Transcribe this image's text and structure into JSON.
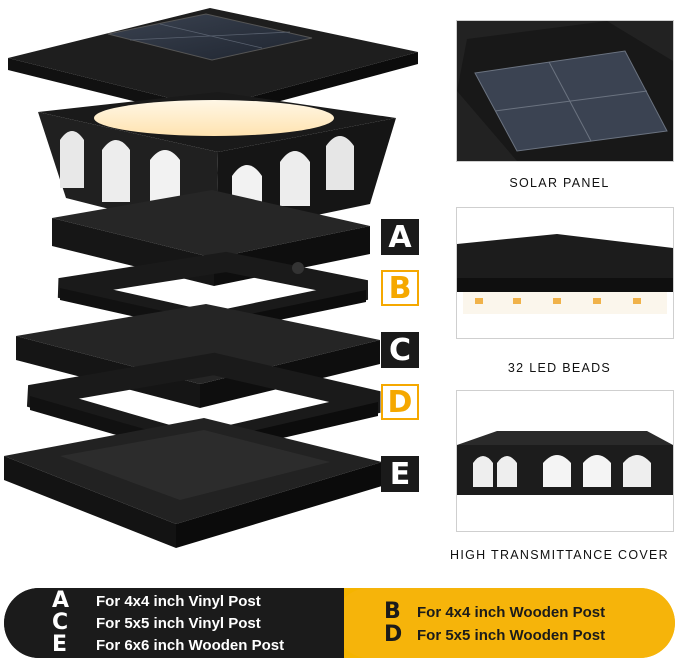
{
  "badges": {
    "a": "A",
    "b": "B",
    "c": "C",
    "d": "D",
    "e": "E"
  },
  "details": {
    "solar_panel_caption": "SOLAR PANEL",
    "led_caption": "32 LED BEADS",
    "cover_caption": "HIGH TRANSMITTANCE COVER"
  },
  "legend": {
    "vinyl_letters": [
      "A",
      "C",
      "E"
    ],
    "vinyl_lines": [
      "For 4x4 inch Vinyl Post",
      "For 5x5 inch Vinyl Post",
      "For 6x6 inch Wooden Post"
    ],
    "wood_letters": [
      "B",
      "D"
    ],
    "wood_lines": [
      "For 4x4 inch Wooden Post",
      "For 5x5 inch Wooden Post"
    ]
  },
  "colors": {
    "dark": "#1b1b1b",
    "gold": "#f5b400",
    "white": "#ffffff"
  },
  "icons": {
    "product": "solar-post-cap-light-exploded"
  }
}
